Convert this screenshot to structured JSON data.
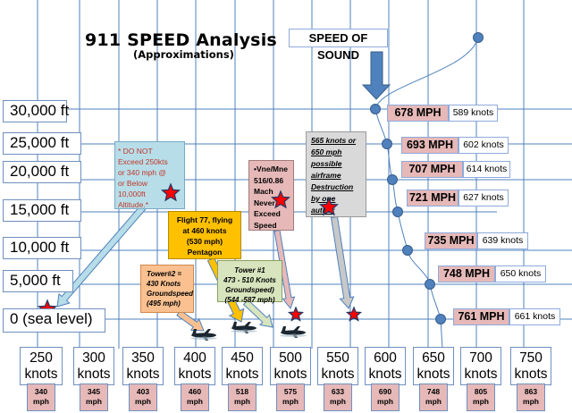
{
  "title": "911 SPEED Analysis",
  "subtitle": "(Approximations)",
  "speed_of_sound_label": "SPEED OF SOUND",
  "colors": {
    "grid": "#4f81bd",
    "mph_fill": "#e6b9b8",
    "faa_note": "#b7dde8",
    "flight77_note": "#ffc000",
    "vne_note": "#e6b9b8",
    "destruction_note": "#d9d9d9",
    "tower2_note": "#fac090",
    "tower1_note": "#d7e4bd",
    "star": "#ff0000",
    "curve_dot": "#4f81bd"
  },
  "altitudes": [
    {
      "label": "30,000 ft",
      "feet": 30000
    },
    {
      "label": "25,000 ft",
      "feet": 25000
    },
    {
      "label": "20,000 ft",
      "feet": 20000
    },
    {
      "label": "15,000 ft",
      "feet": 15000
    },
    {
      "label": "10,000 ft",
      "feet": 10000
    },
    {
      "label": "5,000 ft",
      "feet": 5000
    },
    {
      "label": "0 (sea level)",
      "feet": 0
    }
  ],
  "speeds": [
    {
      "knots": "250",
      "unit": "knots",
      "mph": "340",
      "mph_unit": "mph"
    },
    {
      "knots": "300",
      "unit": "knots",
      "mph": "345",
      "mph_unit": "mph"
    },
    {
      "knots": "350",
      "unit": "knots",
      "mph": "403",
      "mph_unit": "mph"
    },
    {
      "knots": "400",
      "unit": "knots",
      "mph": "460",
      "mph_unit": "mph"
    },
    {
      "knots": "450",
      "unit": "knots",
      "mph": "518",
      "mph_unit": "mph"
    },
    {
      "knots": "500",
      "unit": "knots",
      "mph": "575",
      "mph_unit": "mph"
    },
    {
      "knots": "550",
      "unit": "knots",
      "mph": "633",
      "mph_unit": "mph"
    },
    {
      "knots": "600",
      "unit": "knots",
      "mph": "690",
      "mph_unit": "mph"
    },
    {
      "knots": "650",
      "unit": "knots",
      "mph": "748",
      "mph_unit": "mph"
    },
    {
      "knots": "700",
      "unit": "knots",
      "mph": "805",
      "mph_unit": "mph"
    },
    {
      "knots": "750",
      "unit": "knots",
      "mph": "863",
      "mph_unit": "mph"
    }
  ],
  "speed_of_sound": [
    {
      "altitude": "30,000 ft",
      "mph": "678 MPH",
      "knots": "589 knots"
    },
    {
      "altitude": "25,000 ft",
      "mph": "693 MPH",
      "knots": "602 knots"
    },
    {
      "altitude": "20,000 ft",
      "mph": "707 MPH",
      "knots": "614 knots"
    },
    {
      "altitude": "15,000 ft",
      "mph": "721 MPH",
      "knots": "627 knots"
    },
    {
      "altitude": "10,000 ft",
      "mph": "735 MPH",
      "knots": "639 knots"
    },
    {
      "altitude": "5,000 ft",
      "mph": "748 MPH",
      "knots": "650 knots"
    },
    {
      "altitude": "0 (sea level)",
      "mph": "761 MPH",
      "knots": "661 knots"
    }
  ],
  "notes": {
    "faa": [
      "* DO NOT",
      "Exceed 250kts",
      "or 340 mph @",
      "or Below",
      "10,000ft",
      "Altitude.*"
    ],
    "flight77": [
      "Flight 77, flying",
      "at 460 knots",
      "(530 mph)",
      "Pentagon"
    ],
    "vne": [
      "•Vne/Mne",
      "516/0.86",
      "Mach",
      "Never",
      "Exceed",
      "Speed"
    ],
    "destruction": [
      "565 knots or",
      "650 mph",
      "possible",
      "airframe",
      "Destruction",
      "by one",
      "author"
    ],
    "tower2": [
      "Tower#2 =",
      "430 Knots",
      "Groundspeed",
      "(495 mph)"
    ],
    "tower1": [
      "Tower #1",
      "473 - 510 Knots",
      "Groundspeed)",
      "(544 -587 mph)"
    ]
  }
}
